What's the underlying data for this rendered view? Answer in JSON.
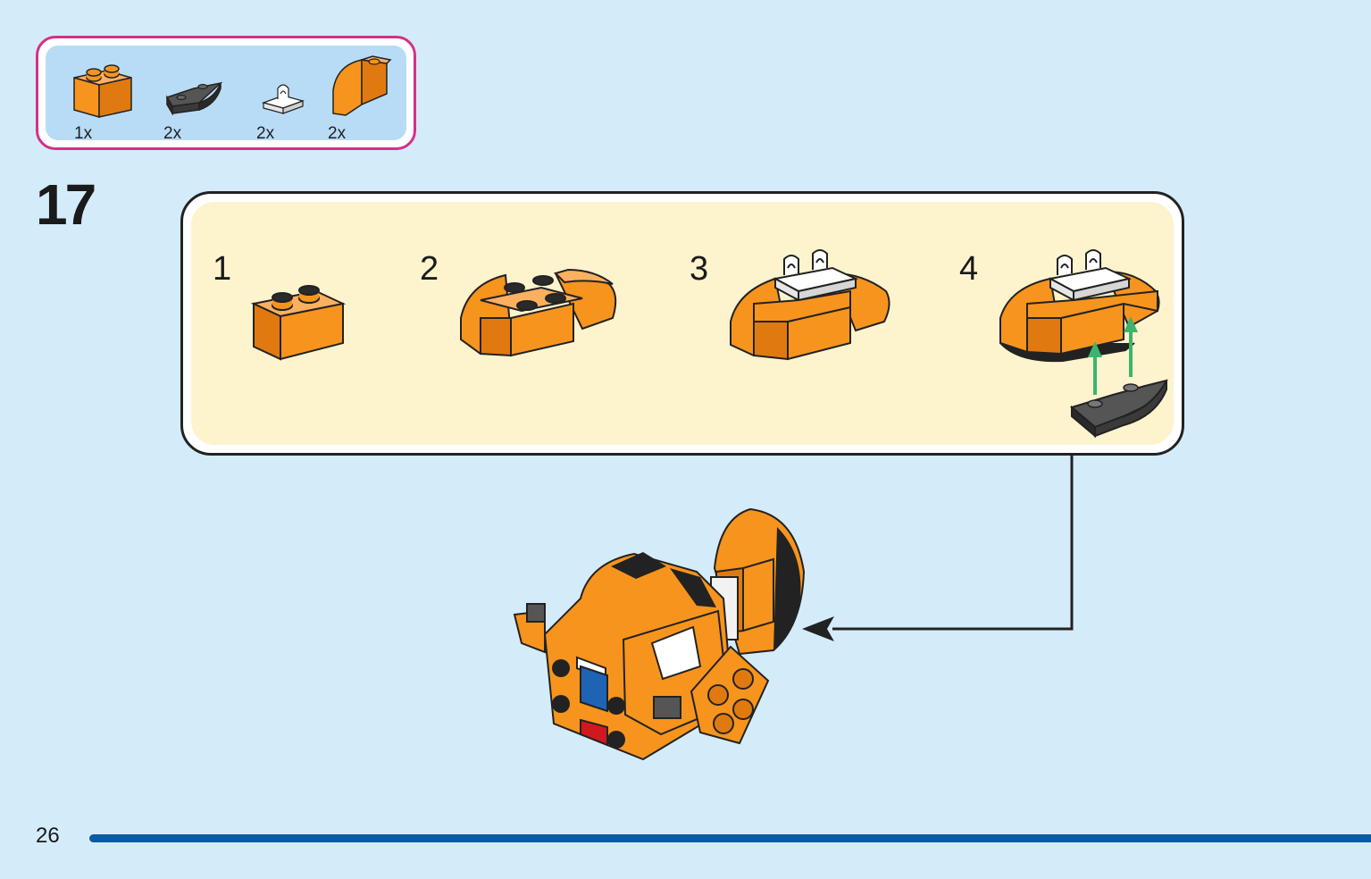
{
  "page": {
    "step_number": "17",
    "page_number": "26"
  },
  "parts_list": [
    {
      "name": "orange 1x2 brick",
      "qty": "1x",
      "color": "#f7941d"
    },
    {
      "name": "dark grey inverted slope plate",
      "qty": "2x",
      "color": "#3a3a3a"
    },
    {
      "name": "white clip plate",
      "qty": "2x",
      "color": "#f2f2f2"
    },
    {
      "name": "orange curved slope",
      "qty": "2x",
      "color": "#f7941d"
    }
  ],
  "sub_steps": [
    {
      "number": "1"
    },
    {
      "number": "2"
    },
    {
      "number": "3"
    },
    {
      "number": "4"
    }
  ],
  "colors": {
    "background": "#d4ecfa",
    "parts_border": "#d62f86",
    "substep_fill": "#fdf3cd",
    "orange": "#f7941d",
    "arrow_green": "#3cb46e",
    "page_rule": "#0a5aa5"
  }
}
